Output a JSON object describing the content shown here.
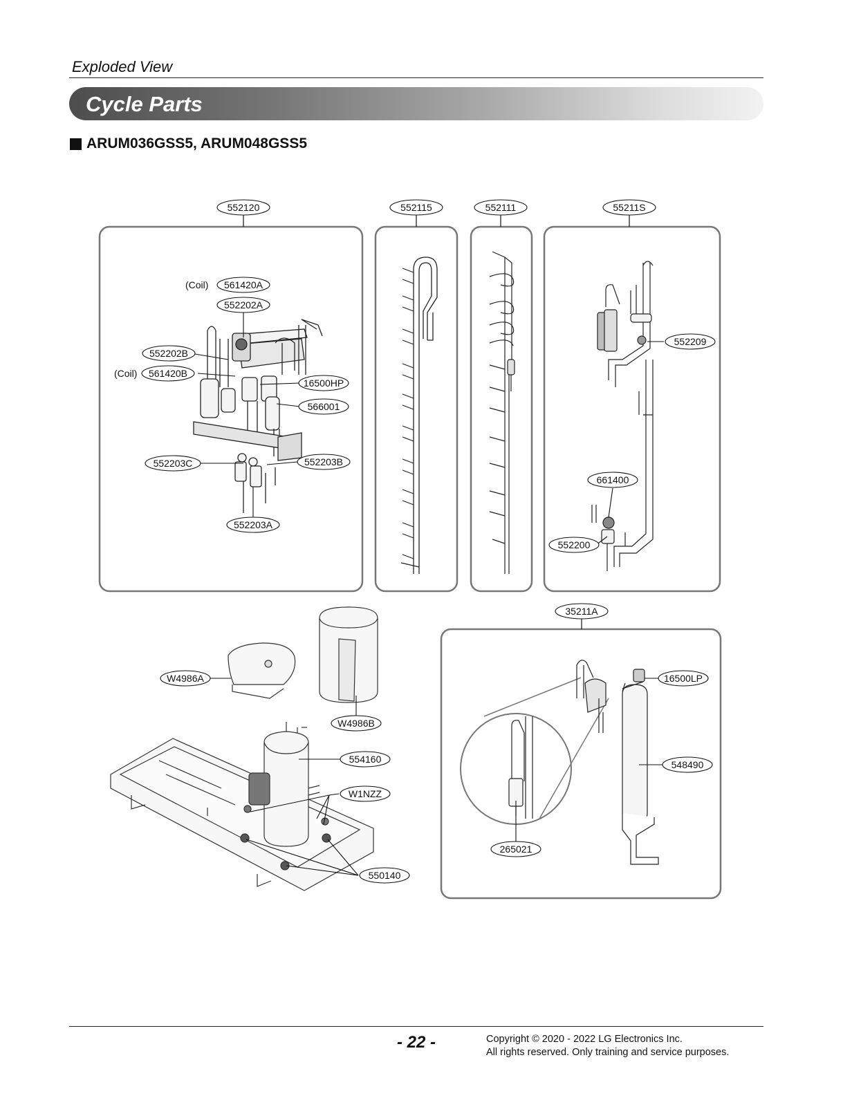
{
  "header": {
    "section": "Exploded View",
    "banner": "Cycle Parts",
    "models": "ARUM036GSS5, ARUM048GSS5"
  },
  "diagram": {
    "callouts": [
      "552120",
      "552115",
      "552111",
      "55211S",
      "561420A",
      "552202A",
      "552202B",
      "561420B",
      "16500HP",
      "566001",
      "552203C",
      "552203B",
      "552203A",
      "552209",
      "661400",
      "552200",
      "35211A",
      "16500LP",
      "548490",
      "265021",
      "W4986A",
      "W4986B",
      "554160",
      "W1NZZ",
      "550140"
    ],
    "notes": [
      "(Coil)",
      "(Coil)"
    ]
  },
  "footer": {
    "page": "- 22 -",
    "copyright": "Copyright © 2020 - 2022 LG Electronics Inc.",
    "rights": "All rights reserved. Only training and service purposes."
  }
}
